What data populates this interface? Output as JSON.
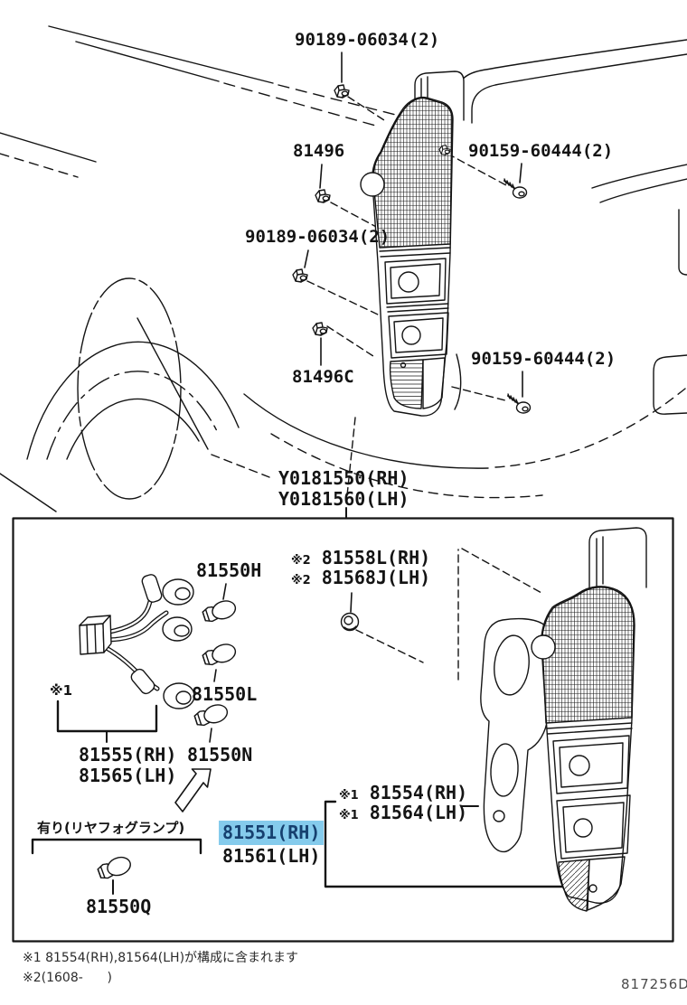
{
  "colors": {
    "highlight_bg": "#85cbec",
    "highlight_text": "#16406f",
    "ink": "#141414",
    "muted_ink": "#4a4a4a"
  },
  "top": {
    "clip_upper": "90189-06034(2)",
    "clip_81496": "81496",
    "screw_upper": "90159-60444(2)",
    "clip_middle": "90189-06034(2)",
    "clip_81496c": "81496C",
    "screw_lower": "90159-60444(2)",
    "assy_rh": "Y0181550(RH)",
    "assy_lh": "Y0181560(LH)"
  },
  "box": {
    "bulb_h": "81550H",
    "packing_rh": {
      "mark": "※2",
      "num": "81558L(RH)"
    },
    "packing_lh": {
      "mark": "※2",
      "num": "81568J(LH)"
    },
    "mark1": "※1",
    "bulb_l": "81550L",
    "cord_rh": "81555(RH)",
    "cord_lh": "81565(LH)",
    "bulb_n": "81550N",
    "fog_note": "有り(リヤフォグランプ)",
    "lens_rh": "81551(RH)",
    "lens_lh": "81561(LH)",
    "body_rh": {
      "mark": "※1",
      "num": "81554(RH)"
    },
    "body_lh": {
      "mark": "※1",
      "num": "81564(LH)"
    },
    "bulb_q": "81550Q"
  },
  "footer": {
    "note1": "※1 81554(RH),81564(LH)が構成に含まれます",
    "note2": "※2(1608-      )",
    "code": "817256D"
  }
}
